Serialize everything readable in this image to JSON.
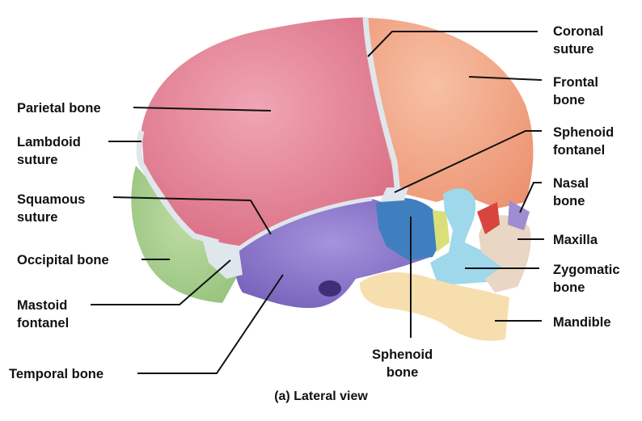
{
  "labels": {
    "parietal_bone": [
      "Parietal bone"
    ],
    "lambdoid_suture": [
      "Lambdoid",
      "suture"
    ],
    "squamous_suture": [
      "Squamous",
      "suture"
    ],
    "occipital_bone": [
      "Occipital bone"
    ],
    "mastoid_fontanel": [
      "Mastoid",
      "fontanel"
    ],
    "temporal_bone": [
      "Temporal bone"
    ],
    "coronal_suture": [
      "Coronal",
      "suture"
    ],
    "frontal_bone": [
      "Frontal",
      "bone"
    ],
    "sphenoid_fontanel": [
      "Sphenoid",
      "fontanel"
    ],
    "nasal_bone": [
      "Nasal",
      "bone"
    ],
    "maxilla": [
      "Maxilla"
    ],
    "zygomatic_bone": [
      "Zygomatic",
      "bone"
    ],
    "mandible": [
      "Mandible"
    ],
    "sphenoid_bone": [
      "Sphenoid",
      "bone"
    ]
  },
  "caption": "(a) Lateral view",
  "colors": {
    "parietal": "#e8879a",
    "frontal": "#f2a98a",
    "occipital": "#a9cf8f",
    "temporal": "#8b75c9",
    "sphenoid": "#3f7fbf",
    "zygomatic": "#9ed8ea",
    "maxilla": "#e9d6c4",
    "mandible": "#f6deae",
    "nasal": "#a08cd0",
    "suture": "#dfe6ec",
    "leader": "#111111"
  }
}
